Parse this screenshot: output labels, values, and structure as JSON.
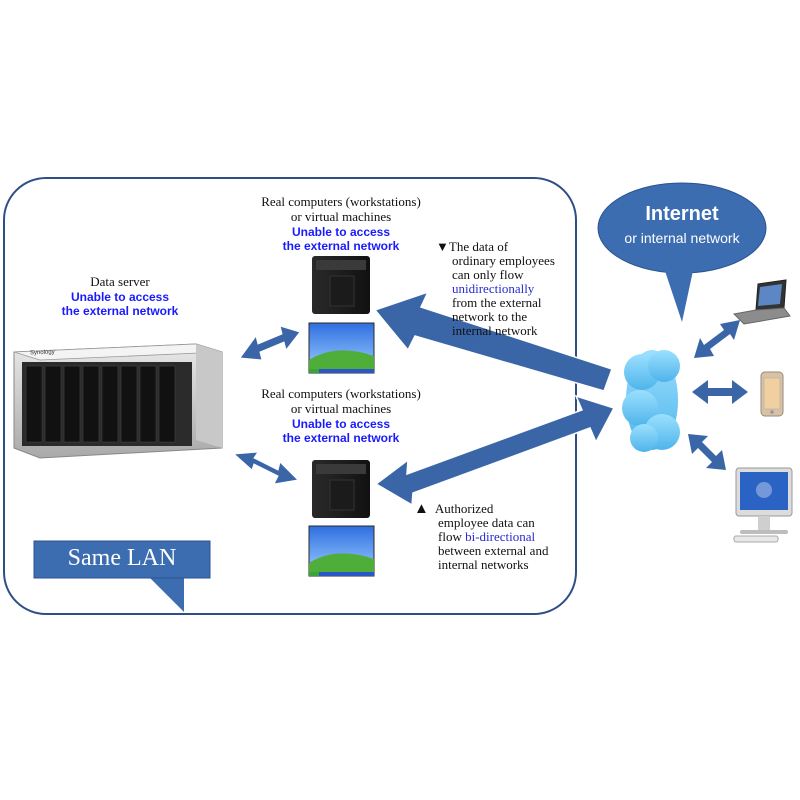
{
  "lan": {
    "label": "Same LAN"
  },
  "data_server": {
    "title": "Data server",
    "status_line1": "Unable to access",
    "status_line2": "the external network",
    "brand": "Synology"
  },
  "workstations_top": {
    "title_line1": "Real computers (workstations)",
    "title_line2": "or virtual machines",
    "status_line1": "Unable to access",
    "status_line2": "the external network"
  },
  "workstations_bottom": {
    "title_line1": "Real computers (workstations)",
    "title_line2": "or virtual machines",
    "status_line1": "Unable to access",
    "status_line2": "the external network"
  },
  "internet": {
    "title": "Internet",
    "subtitle": "or internal network"
  },
  "note_unidirectional": {
    "marker": "▼",
    "line1": "The data of",
    "line2": "ordinary employees",
    "line3": "can only flow",
    "highlight": "unidirectionally",
    "line5": "from the external",
    "line6": "network to the",
    "line7": "internal network"
  },
  "note_bidirectional": {
    "marker": "▲",
    "line1": "Authorized",
    "line2": "employee data can",
    "line3_prefix": "flow ",
    "highlight": "bi-directional",
    "line4": "between external and",
    "line5": "internal networks"
  },
  "colors": {
    "arrow": "#3a66a8",
    "arrow_border": "#ffffff",
    "callout_fill": "#3d6db1",
    "lan_border": "#2e4f86",
    "cloud": "#6ec7f2",
    "highlight_text": "#1a1aff"
  }
}
